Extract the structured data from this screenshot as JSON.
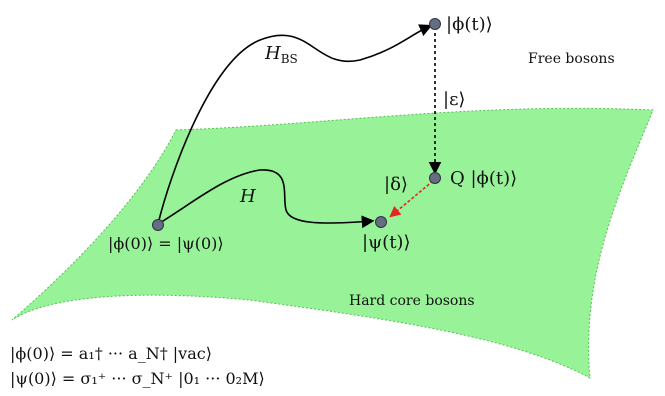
{
  "regions": {
    "free": "Free bosons",
    "hardcore": "Hard core bosons"
  },
  "labels": {
    "phi_t": "|ϕ(t)⟩",
    "H_BS": "H",
    "H_BS_sub": "BS",
    "H": "H",
    "epsilon": "|ε⟩",
    "delta": "|δ⟩",
    "Q_phi_t": "Q |ϕ(t)⟩",
    "psi_t": "|ψ(t)⟩",
    "initial": "|ϕ(0)⟩ = |ψ(0)⟩"
  },
  "equations": {
    "line1": "|ϕ(0)⟩ = a₁† ··· a_N† |vac⟩",
    "line2": "|ψ(0)⟩ = σ₁⁺ ··· σ_N⁺ |0₁ ··· 0₂M⟩"
  },
  "colors": {
    "surface_fill": "#98f298",
    "surface_edge": "#55c255",
    "node_fill": "#646e80",
    "node_stroke": "#2e3440",
    "delta_arrow": "#e0281e"
  }
}
